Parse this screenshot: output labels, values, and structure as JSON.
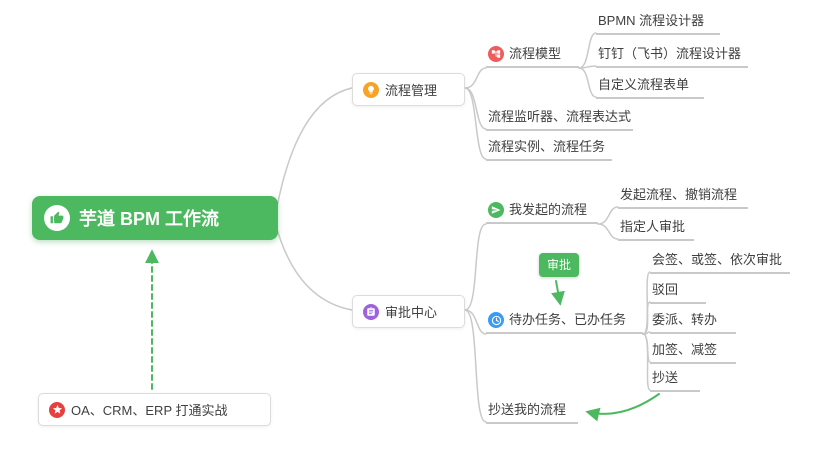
{
  "mindmap": {
    "root": {
      "label": "芋道 BPM 工作流"
    },
    "process_management": {
      "label": "流程管理",
      "process_model": {
        "label": "流程模型",
        "children": [
          "BPMN 流程设计器",
          "钉钉（飞书）流程设计器",
          "自定义流程表单"
        ]
      },
      "listener_expression": {
        "label": "流程监听器、流程表达式"
      },
      "instance_task": {
        "label": "流程实例、流程任务"
      }
    },
    "approval_center": {
      "label": "审批中心",
      "my_initiated": {
        "label": "我发起的流程",
        "children": [
          "发起流程、撤销流程",
          "指定人审批"
        ]
      },
      "tasks": {
        "label": "待办任务、已办任务",
        "children": [
          "会签、或签、依次审批",
          "驳回",
          "委派、转办",
          "加签、减签",
          "抄送"
        ]
      },
      "cc_process": {
        "label": "抄送我的流程"
      }
    },
    "approval_badge": "审批",
    "practice_note": "OA、CRM、ERP 打通实战"
  },
  "colors": {
    "root_green": "#4CB85F",
    "lightbulb_orange": "#F7A325",
    "model_red": "#EE5C5C",
    "send_green": "#4CB85F",
    "task_blue": "#3A9BF4",
    "center_purple": "#9D62DD",
    "star_red": "#E5413E",
    "connector_gray": "#C9C9C9",
    "text": "#3F3F3F"
  }
}
